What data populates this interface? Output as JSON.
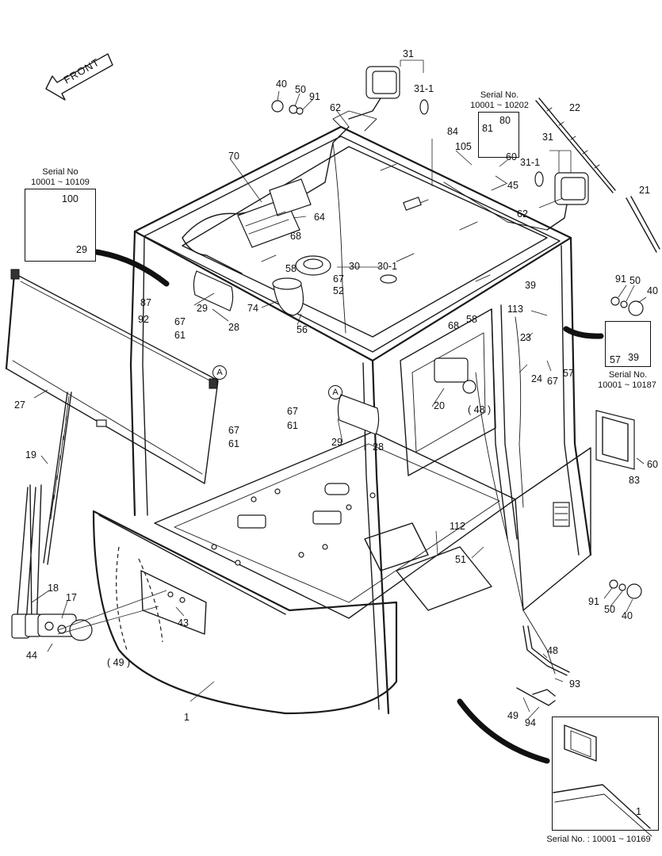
{
  "front_label": "FRONT",
  "callouts": [
    {
      "id": "c-31-top",
      "text": "31"
    },
    {
      "id": "c-31-1-top",
      "text": "31-1"
    },
    {
      "id": "c-40-top",
      "text": "40"
    },
    {
      "id": "c-50-top",
      "text": "50"
    },
    {
      "id": "c-91-top",
      "text": "91"
    },
    {
      "id": "c-62-top",
      "text": "62"
    },
    {
      "id": "c-84",
      "text": "84"
    },
    {
      "id": "c-105",
      "text": "105"
    },
    {
      "id": "c-60-top",
      "text": "60"
    },
    {
      "id": "c-45",
      "text": "45"
    },
    {
      "id": "c-22",
      "text": "22"
    },
    {
      "id": "c-31-right",
      "text": "31"
    },
    {
      "id": "c-31-1-right",
      "text": "31-1"
    },
    {
      "id": "c-21",
      "text": "21"
    },
    {
      "id": "c-62-right",
      "text": "62"
    },
    {
      "id": "c-70",
      "text": "70"
    },
    {
      "id": "c-64",
      "text": "64"
    },
    {
      "id": "c-68-top",
      "text": "68"
    },
    {
      "id": "c-58-top",
      "text": "58"
    },
    {
      "id": "c-30",
      "text": "30"
    },
    {
      "id": "c-30-1",
      "text": "30-1"
    },
    {
      "id": "c-67-a",
      "text": "67"
    },
    {
      "id": "c-52",
      "text": "52"
    },
    {
      "id": "c-74",
      "text": "74"
    },
    {
      "id": "c-56",
      "text": "56"
    },
    {
      "id": "c-87",
      "text": "87"
    },
    {
      "id": "c-92",
      "text": "92"
    },
    {
      "id": "c-29-a",
      "text": "29"
    },
    {
      "id": "c-67-b",
      "text": "67"
    },
    {
      "id": "c-61-a",
      "text": "61"
    },
    {
      "id": "c-28-a",
      "text": "28"
    },
    {
      "id": "c-39",
      "text": "39"
    },
    {
      "id": "c-113",
      "text": "113"
    },
    {
      "id": "c-91-right",
      "text": "91"
    },
    {
      "id": "c-50-right",
      "text": "50"
    },
    {
      "id": "c-40-right",
      "text": "40"
    },
    {
      "id": "c-68-mid",
      "text": "68"
    },
    {
      "id": "c-58-mid",
      "text": "58"
    },
    {
      "id": "c-23",
      "text": "23"
    },
    {
      "id": "c-24",
      "text": "24"
    },
    {
      "id": "c-67-c",
      "text": "67"
    },
    {
      "id": "c-57",
      "text": "57"
    },
    {
      "id": "c-20",
      "text": "20"
    },
    {
      "id": "c-48-paren",
      "text": "( 48 )"
    },
    {
      "id": "c-27",
      "text": "27"
    },
    {
      "id": "c-a-left",
      "text": "A"
    },
    {
      "id": "c-a-mid",
      "text": "A"
    },
    {
      "id": "c-67-d",
      "text": "67"
    },
    {
      "id": "c-61-b",
      "text": "61"
    },
    {
      "id": "c-67-e",
      "text": "67"
    },
    {
      "id": "c-61-c",
      "text": "61"
    },
    {
      "id": "c-29-b",
      "text": "29"
    },
    {
      "id": "c-28-b",
      "text": "28"
    },
    {
      "id": "c-19",
      "text": "19"
    },
    {
      "id": "c-60-right",
      "text": "60"
    },
    {
      "id": "c-83",
      "text": "83"
    },
    {
      "id": "c-112",
      "text": "112"
    },
    {
      "id": "c-51",
      "text": "51"
    },
    {
      "id": "c-18",
      "text": "18"
    },
    {
      "id": "c-17",
      "text": "17"
    },
    {
      "id": "c-43",
      "text": "43"
    },
    {
      "id": "c-44",
      "text": "44"
    },
    {
      "id": "c-49-paren",
      "text": "( 49 )"
    },
    {
      "id": "c-91-low",
      "text": "91"
    },
    {
      "id": "c-50-low",
      "text": "50"
    },
    {
      "id": "c-40-low",
      "text": "40"
    },
    {
      "id": "c-48",
      "text": "48"
    },
    {
      "id": "c-93",
      "text": "93"
    },
    {
      "id": "c-49",
      "text": "49"
    },
    {
      "id": "c-94",
      "text": "94"
    },
    {
      "id": "c-1",
      "text": "1"
    },
    {
      "id": "c-1-inset",
      "text": "1"
    }
  ],
  "insets": {
    "top_left": {
      "title_line1": "Serial No",
      "title_line2": "10001 ~ 10109",
      "parts": [
        "100",
        "29"
      ]
    },
    "top_right": {
      "title_line1": "Serial No.",
      "title_line2": "10001 ~ 10202",
      "parts": [
        "81",
        "80"
      ]
    },
    "mid_right": {
      "title_line1": "Serial No.",
      "title_line2": "10001 ~ 10187",
      "parts": [
        "57",
        "39"
      ]
    },
    "bottom_right": {
      "caption": "Serial No. : 10001 ~ 10169"
    }
  }
}
